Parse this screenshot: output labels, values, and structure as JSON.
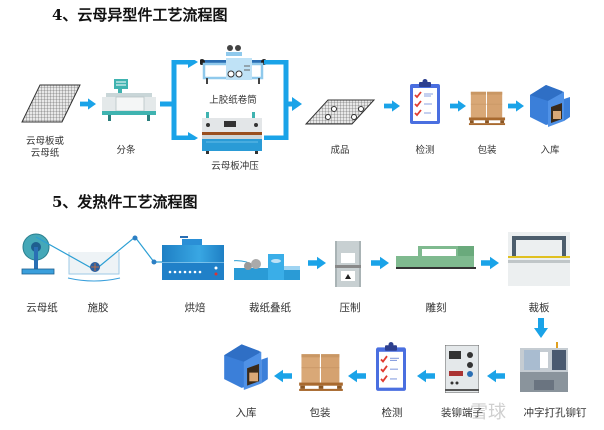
{
  "colors": {
    "arrow": "#1aa3e8",
    "machine_blue": "#2a8fd6",
    "machine_teal": "#3fb3b0",
    "box": "#d9a877",
    "warehouse": "#3b7fd9",
    "check": "#e03c31",
    "clipboard": "#4a6fe0"
  },
  "section4": {
    "title": "4、云母异型件工艺流程图",
    "steps": [
      {
        "id": "mica-sheet",
        "label": "云母板或\n云母纸",
        "icon": "mica-grid-sheet-icon"
      },
      {
        "id": "slitting",
        "label": "分条",
        "icon": "slitting-machine-icon"
      },
      {
        "id": "glue-roll",
        "label": "上胶纸卷筒",
        "icon": "gluing-roller-machine-icon"
      },
      {
        "id": "punching",
        "label": "云母板冲压",
        "icon": "punch-press-icon"
      },
      {
        "id": "finished",
        "label": "成品",
        "icon": "finished-part-icon"
      },
      {
        "id": "inspection",
        "label": "检测",
        "icon": "checklist-clipboard-icon"
      },
      {
        "id": "packing",
        "label": "包装",
        "icon": "boxes-on-pallet-icon"
      },
      {
        "id": "storage",
        "label": "入库",
        "icon": "warehouse-icon"
      }
    ]
  },
  "section5": {
    "title": "5、发热件工艺流程图",
    "row1": [
      {
        "id": "mica-paper",
        "label": "云母纸",
        "icon": "paper-reel-icon"
      },
      {
        "id": "glue-apply",
        "label": "施胶",
        "icon": "glue-bath-icon"
      },
      {
        "id": "baking",
        "label": "烘焙",
        "icon": "oven-icon"
      },
      {
        "id": "cut-stack",
        "label": "裁纸叠纸",
        "icon": "cutting-stacking-machine-icon"
      },
      {
        "id": "pressing",
        "label": "压制",
        "icon": "press-machine-icon"
      },
      {
        "id": "engraving",
        "label": "雕刻",
        "icon": "engraving-machine-icon"
      },
      {
        "id": "board-cut",
        "label": "裁板",
        "icon": "board-cutter-icon"
      }
    ],
    "row2": [
      {
        "id": "storage",
        "label": "入库",
        "icon": "warehouse-icon"
      },
      {
        "id": "packing",
        "label": "包装",
        "icon": "boxes-on-pallet-icon"
      },
      {
        "id": "inspection",
        "label": "检测",
        "icon": "checklist-clipboard-icon"
      },
      {
        "id": "terminal",
        "label": "装铆端子",
        "icon": "control-panel-machine-icon"
      },
      {
        "id": "punch-rivet",
        "label": "冲字打孔铆钉",
        "icon": "cnc-machine-icon"
      }
    ]
  },
  "watermark": "雪球"
}
